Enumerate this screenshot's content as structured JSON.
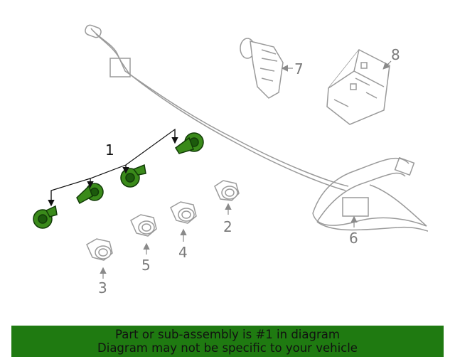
{
  "callouts": {
    "c1": "1",
    "c2": "2",
    "c3": "3",
    "c4": "4",
    "c5": "5",
    "c6": "6",
    "c7": "7",
    "c8": "8"
  },
  "banner": {
    "line1": "Part or sub-assembly is #1 in diagram",
    "line2": "Diagram may not be specific to your vehicle"
  },
  "colors": {
    "highlight": "#1f7a11",
    "highlight_part": "#3a8a1a",
    "outline": "#9a9a9a",
    "callout_text": "#7a7a7a"
  }
}
